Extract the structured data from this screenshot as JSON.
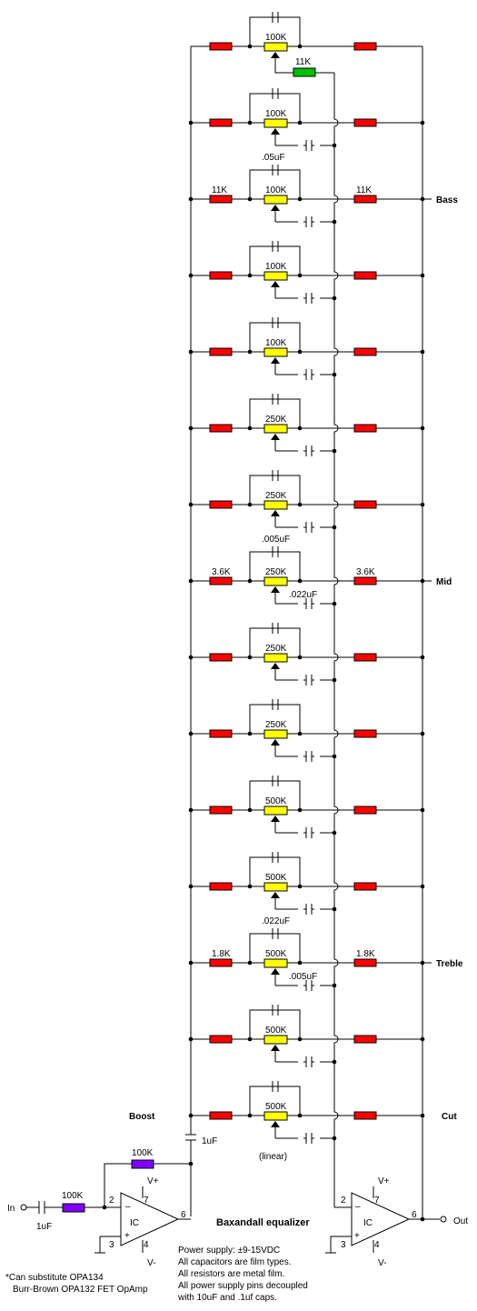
{
  "colors": {
    "wire": "#000000",
    "resistor": "#ff0000",
    "pot": "#ffff00",
    "input_resistor": "#8000ff",
    "special_resistor": "#00c000"
  },
  "bands": [
    {
      "pot": "100K"
    },
    {
      "pot": "100K"
    },
    {
      "pot": "100K",
      "left_r": "11K",
      "right_r": "11K",
      "band": "Bass",
      "cap_above": ".05uF"
    },
    {
      "pot": "100K"
    },
    {
      "pot": "100K"
    },
    {
      "pot": "250K"
    },
    {
      "pot": "250K"
    },
    {
      "pot": "250K",
      "left_r": "3.6K",
      "right_r": "3.6K",
      "band": "Mid",
      "cap_above": ".005uF",
      "cap_below": ".022uF"
    },
    {
      "pot": "250K"
    },
    {
      "pot": "250K"
    },
    {
      "pot": "500K"
    },
    {
      "pot": "500K"
    },
    {
      "pot": "500K",
      "left_r": "1.8K",
      "right_r": "1.8K",
      "band": "Treble",
      "cap_above": ".022uF",
      "cap_below": ".005uF"
    },
    {
      "pot": "500K"
    },
    {
      "pot": "500K",
      "pot_note": "(linear)"
    }
  ],
  "top_resistor": "11K",
  "labels": {
    "boost": "Boost",
    "cut": "Cut",
    "in": "In",
    "out": "Out",
    "title": "Baxandall equalizer",
    "coupling_cap": "1uF",
    "input_cap": "1uF",
    "input_resistor": "100K",
    "feedback_resistor": "100K"
  },
  "opamp_left": {
    "name": "IC",
    "minus": "–",
    "plus": "+",
    "pin2": "2",
    "pin3": "3",
    "pin4": "4",
    "pin6": "6",
    "pin7": "7",
    "vplus": "V+",
    "vminus": "V-"
  },
  "opamp_right": {
    "name": "IC",
    "minus": "–",
    "plus": "+",
    "pin2": "2",
    "pin3": "3",
    "pin4": "4",
    "pin6": "6",
    "pin7": "7",
    "vplus": "V+",
    "vminus": "V-"
  },
  "notes": [
    "Power supply: ±9-15VDC",
    "All capacitors are film types.",
    "All resistors are metal film.",
    "All power supply pins decoupled",
    "with 10uF and .1uf caps."
  ],
  "footnote": [
    "*Can substitute OPA134",
    "Burr-Brown OPA132 FET OpAmp"
  ]
}
